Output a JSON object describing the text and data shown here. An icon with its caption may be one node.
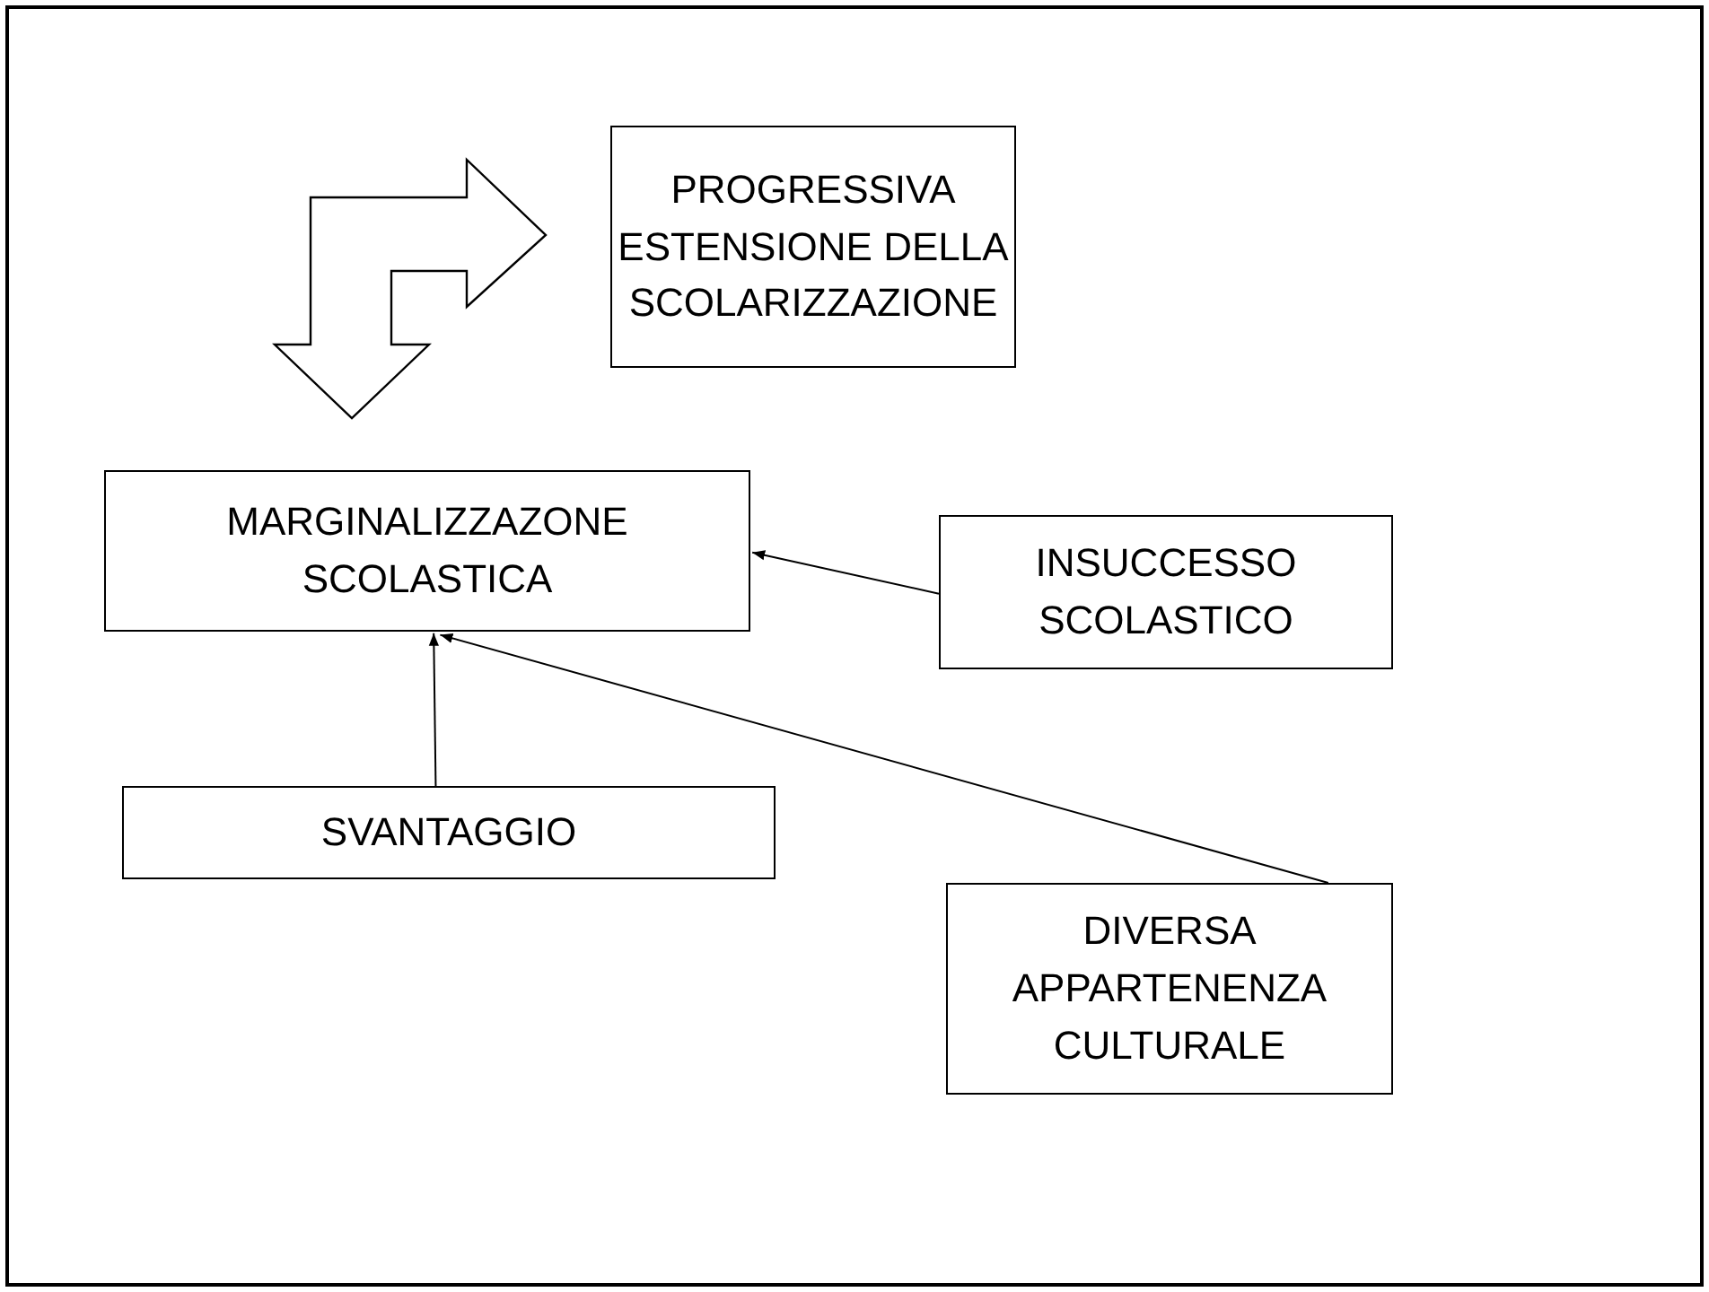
{
  "diagram": {
    "nodes": [
      {
        "text": [
          "PROGRESSIVA ESTENSIONE DELLA SCOLARIZZAZIONE"
        ]
      },
      {
        "text": [
          "MARGINALIZZAZONE SCOLASTICA"
        ]
      },
      {
        "text": [
          "INSUCCESSO SCOLASTICO"
        ]
      },
      {
        "text": [
          "SVANTAGGIO"
        ]
      },
      {
        "text": [
          "DIVERSA APPARTENENZA CULTURALE"
        ]
      }
    ],
    "edges": [
      {
        "from": 0,
        "to": 1,
        "arrow": "both",
        "style": "thick"
      },
      {
        "from": 2,
        "to": 1,
        "arrow": "to"
      },
      {
        "from": 3,
        "to": 1,
        "arrow": "to"
      },
      {
        "from": 4,
        "to": 1,
        "arrow": "to"
      }
    ]
  }
}
